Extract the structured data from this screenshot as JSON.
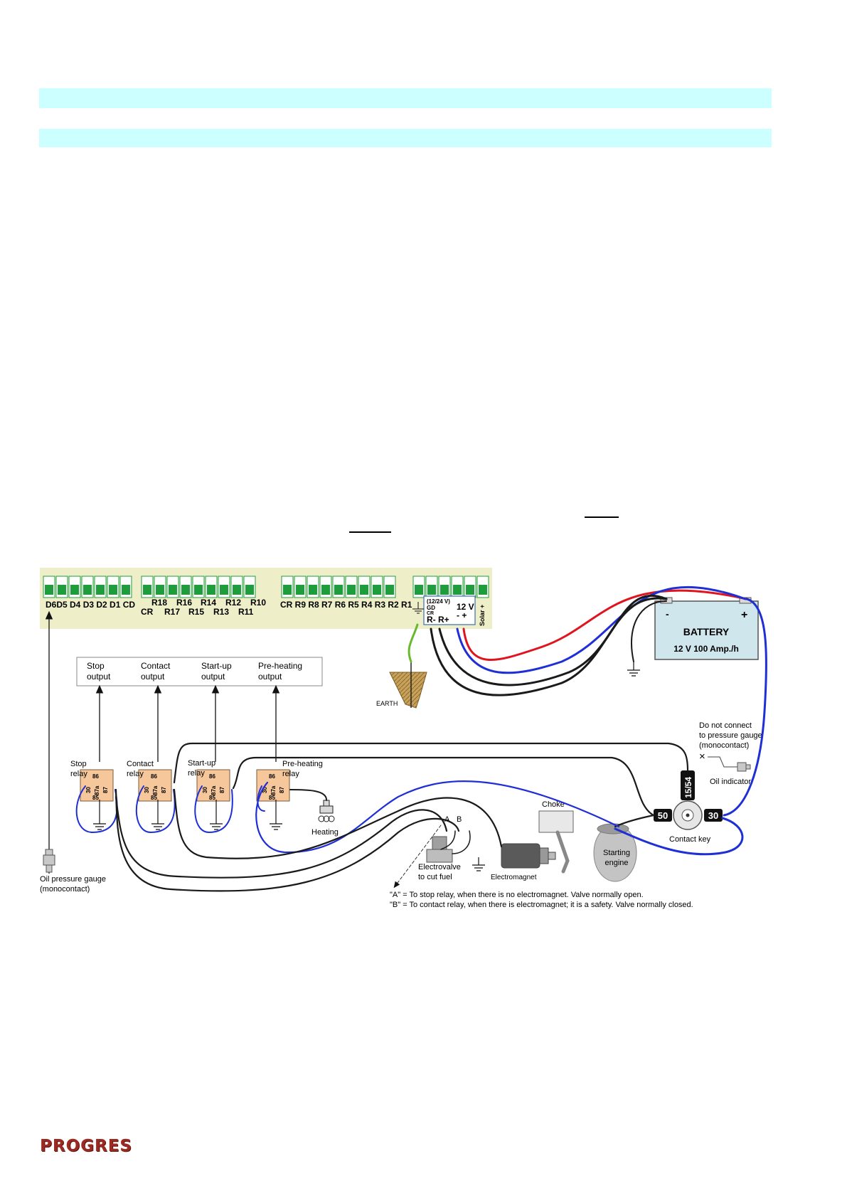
{
  "terminals": {
    "digital": "D6D5 D4 D3 D2 D1 CD",
    "relays_top": [
      "R18",
      "R16",
      "R14",
      "R12",
      "R10"
    ],
    "relays_bottom": [
      "CR",
      "R17",
      "R15",
      "R13",
      "R11"
    ],
    "relays_right": "CR R9 R8 R7 R6 R5 R4 R3 R2 R1",
    "power_v": "(12/24 V)",
    "power_gd": "GD",
    "power_cr": "CR",
    "power_r": "R- R+",
    "supply_12v": "12 V",
    "supply_pm": "-   +",
    "solar": "Solar +"
  },
  "outputs": [
    "Stop\noutput",
    "Contact\noutput",
    "Start-up\noutput",
    "Pre-heating\noutput"
  ],
  "relays": {
    "labels": [
      "Stop\nrelay",
      "Contact\nrelay",
      "Start-up\nrelay",
      "Pre-heating\nrelay"
    ],
    "pins": {
      "p86": "86",
      "p85": "85",
      "p30": "30",
      "p87a": "87a",
      "p87": "87"
    }
  },
  "battery": {
    "title": "BATTERY",
    "spec": "12 V   100 Amp./h",
    "minus": "-",
    "plus": "+"
  },
  "earth": "EARTH",
  "heating": "Heating",
  "oil_gauge": "Oil pressure gauge\n(monocontact)",
  "do_not_connect": "Do not connect\nto pressure gauge\n(monocontact)",
  "oil_indicator": "Oil indicator",
  "contact_key": {
    "label": "Contact key",
    "t50": "50",
    "t30": "30",
    "t1554": "15/54"
  },
  "starting_engine": "Starting\nengine",
  "choke": "Choke",
  "electrovalve": "Electrovalve\nto cut fuel",
  "electromagnet": "Electromagnet",
  "ab": {
    "a": "A",
    "b": "B"
  },
  "notes": [
    "\"A\" = To stop relay, when there is no electromagnet. Valve normally open.",
    "\"B\" = To contact relay, when there is electromagnet; it is a safety. Valve normally closed."
  ],
  "logo": "PROGRES",
  "colors": {
    "red": "#e0141e",
    "blue": "#1f2fd6",
    "black": "#1a1a1a",
    "green": "#6ab82e",
    "panel": "#eeeec9",
    "relay": "#f5c79a",
    "terminal": "#1f9c3c",
    "battery": "#cfe6ec"
  }
}
